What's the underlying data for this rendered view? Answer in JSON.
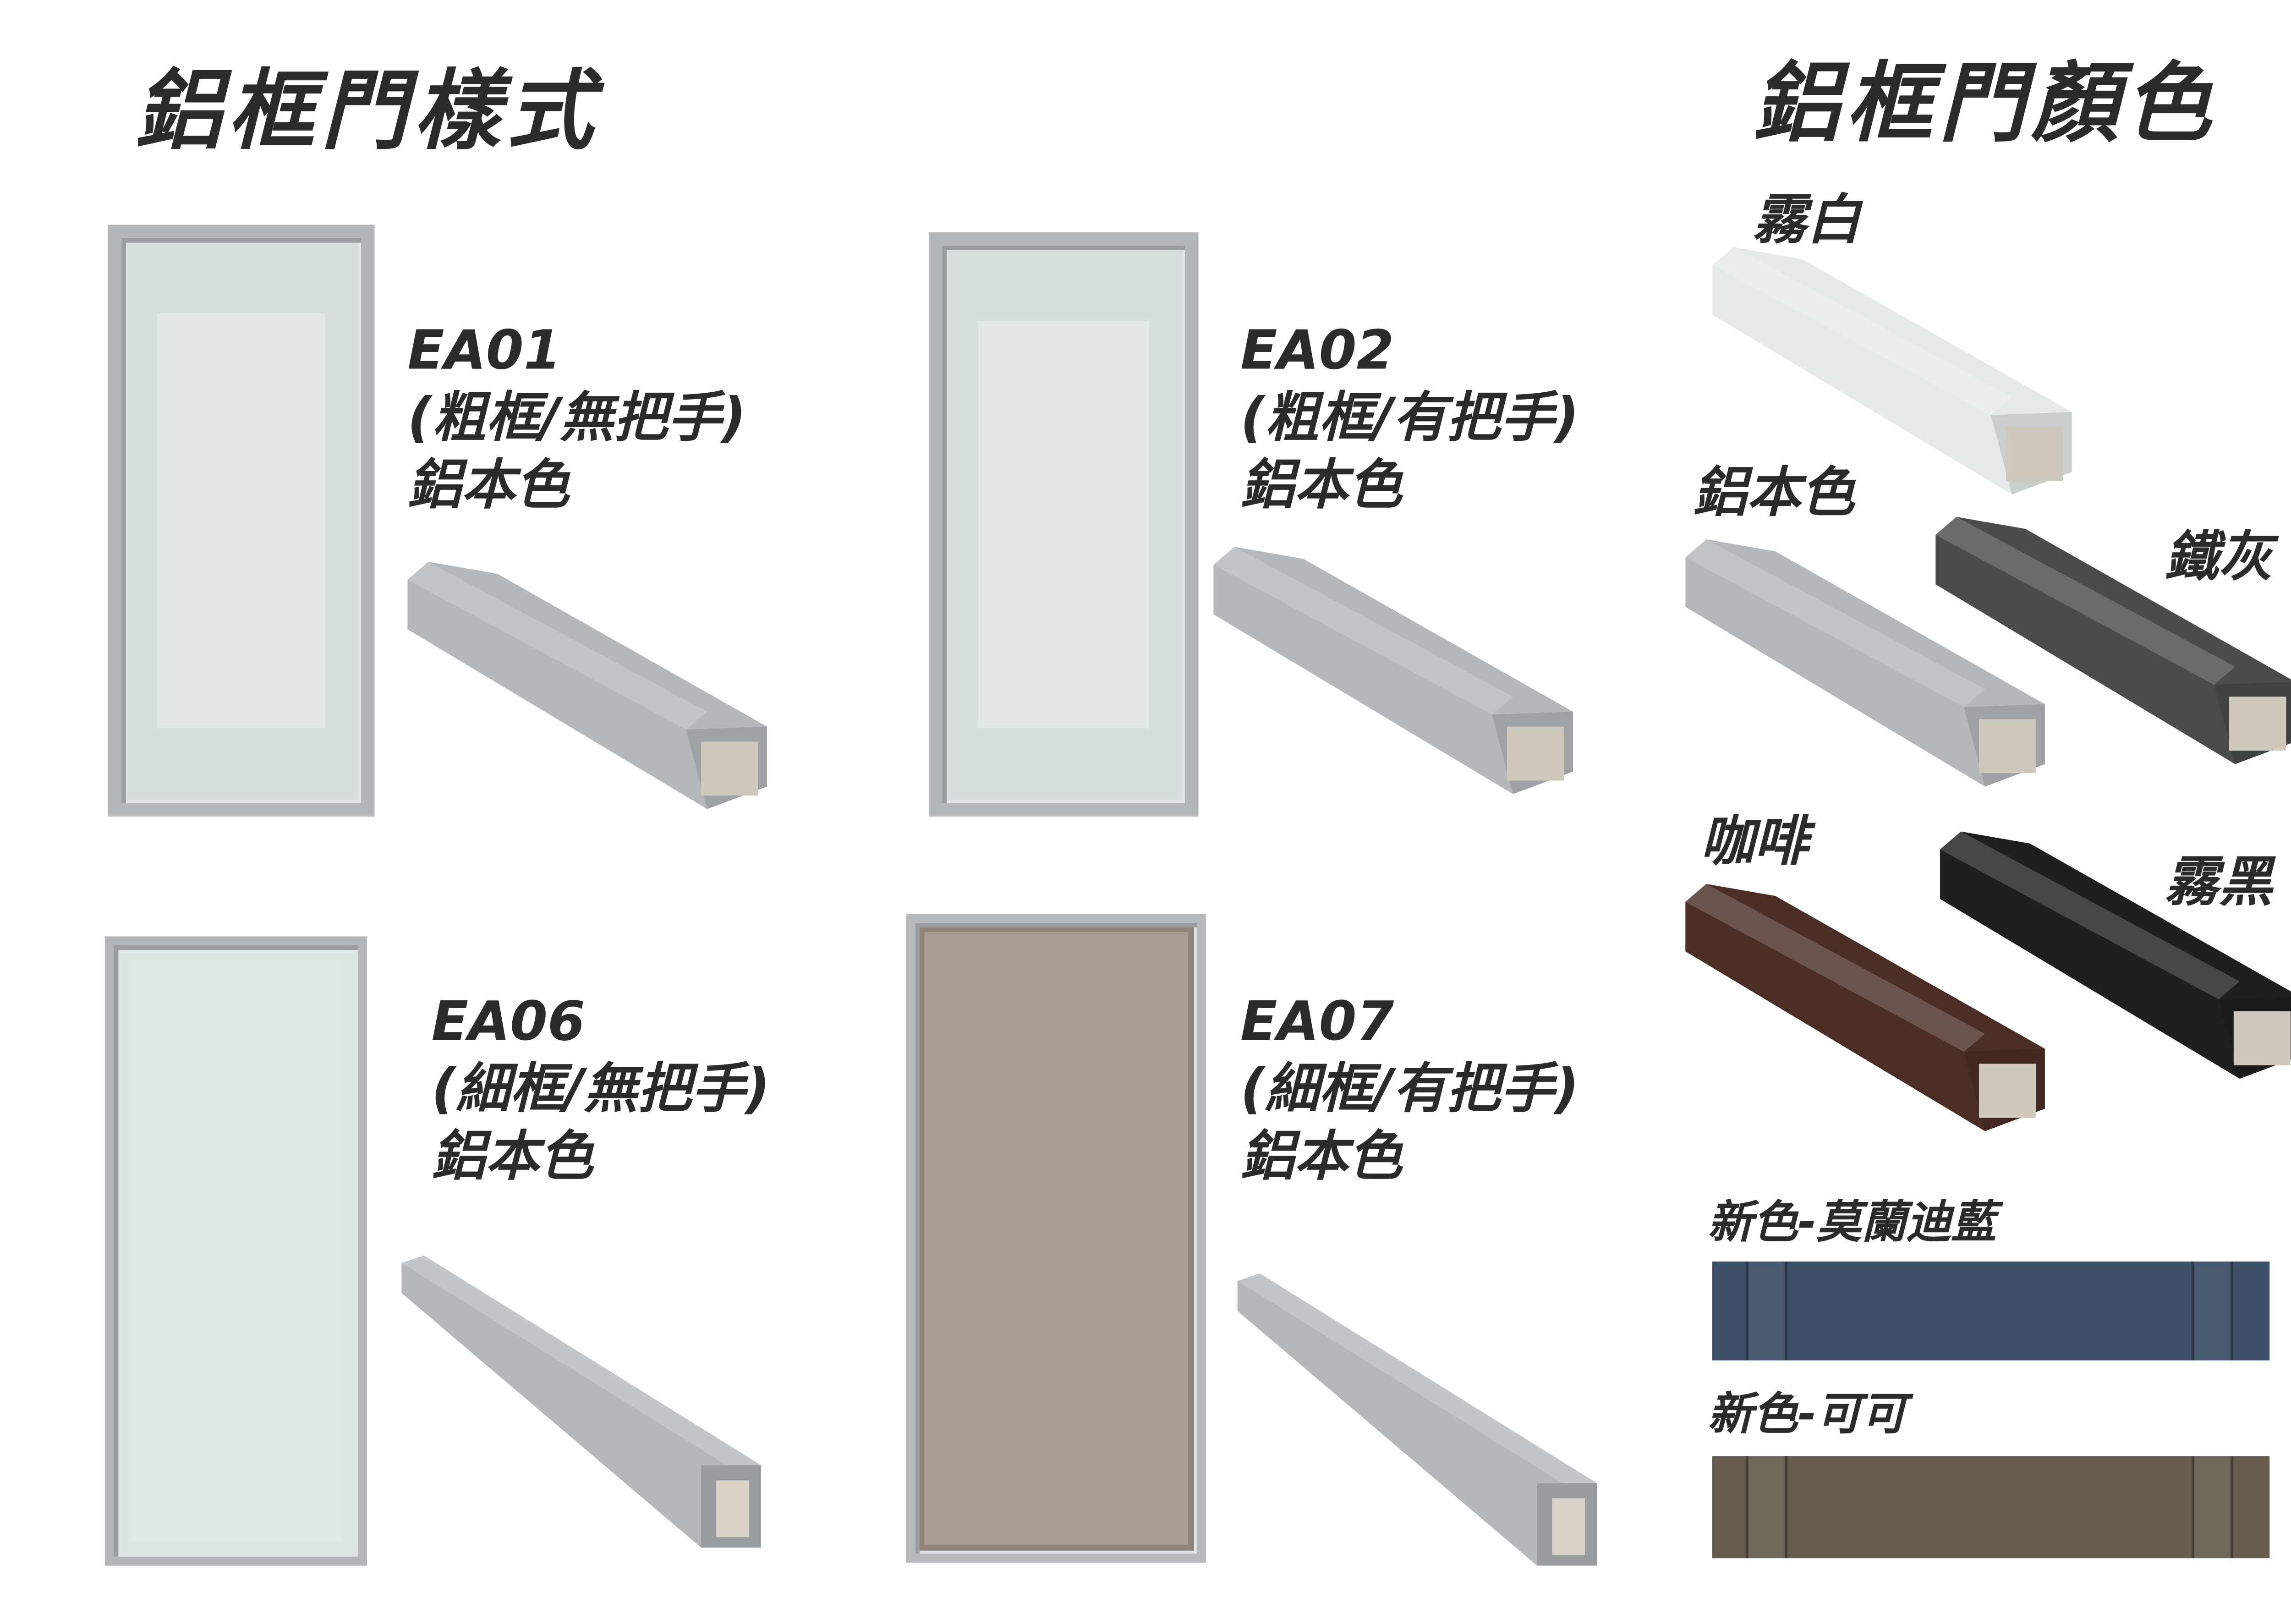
{
  "styles_section": {
    "title": "鋁框門樣式",
    "items": [
      {
        "code": "EA01",
        "desc": "(粗框/無把手)",
        "color": "鋁本色"
      },
      {
        "code": "EA02",
        "desc": "(粗框/有把手)",
        "color": "鋁本色"
      },
      {
        "code": "EA06",
        "desc": "(細框/無把手)",
        "color": "鋁本色"
      },
      {
        "code": "EA07",
        "desc": "(細框/有把手)",
        "color": "鋁本色"
      }
    ]
  },
  "colors_section": {
    "title": "鋁框門顏色",
    "colors": [
      {
        "name": "霧白",
        "hex": "#e6e9ea"
      },
      {
        "name": "鋁本色",
        "hex": "#b4b8bb"
      },
      {
        "name": "鐵灰",
        "hex": "#4a4b4c"
      },
      {
        "name": "咖啡",
        "hex": "#4a2e26"
      },
      {
        "name": "霧黑",
        "hex": "#1f1f20"
      }
    ],
    "new_colors": [
      {
        "name": "新色-莫蘭迪藍",
        "hex": "#3d5168"
      },
      {
        "name": "新色-可可",
        "hex": "#675d50"
      }
    ]
  }
}
